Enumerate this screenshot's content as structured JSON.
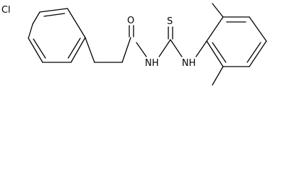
{
  "molecule": {
    "atom_labels": {
      "chlorine": "Cl",
      "oxygen": "O",
      "sulfur": "S",
      "amide_nh": "NH",
      "thioamide_nh": "NH"
    }
  },
  "colors": {
    "background": "#ffffff",
    "ink": "#000000"
  }
}
